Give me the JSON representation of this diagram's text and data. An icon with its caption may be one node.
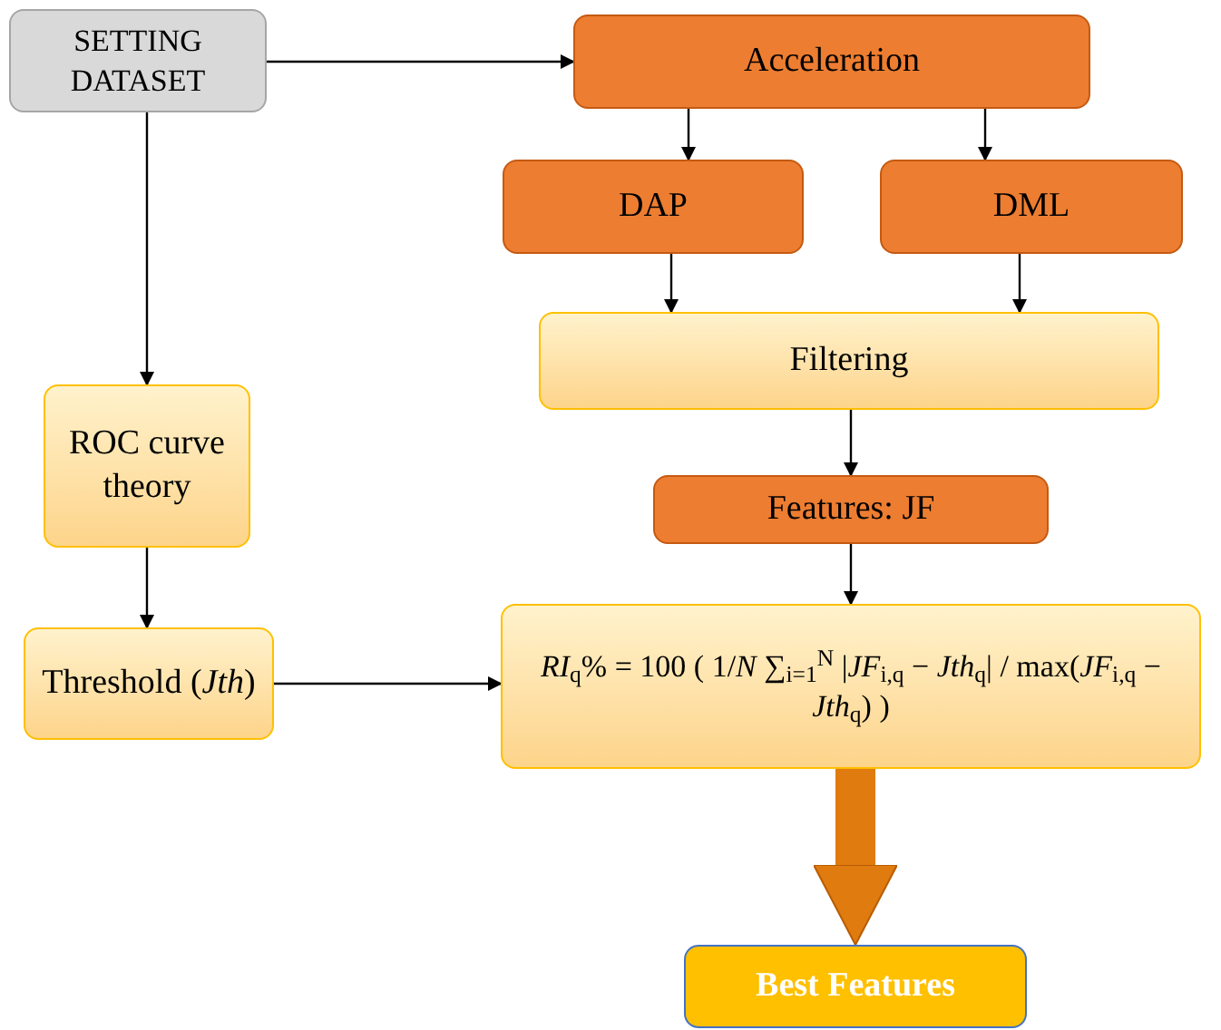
{
  "diagram": {
    "nodes": [
      {
        "text": [
          "SETTING DATASET"
        ]
      },
      {
        "text": [
          "Acceleration"
        ]
      },
      {
        "text": [
          "DAP"
        ]
      },
      {
        "text": [
          "DML"
        ]
      },
      {
        "text": [
          "Filtering"
        ]
      },
      {
        "text": [
          "Features: JF"
        ]
      },
      {
        "text": [
          "ROC curve theory"
        ]
      },
      {
        "text": [
          "Threshold (*Jth*)"
        ]
      },
      {
        "text": [
          "*RI*$_{q}$% = 100 ( 1/*N* ∑$_{i=1}$$^{N}$ |*JF*$_{i,q}$ − *Jth*$_{q}$| / max(*JF*$_{i,q}$ − *Jth*$_{q}$) )"
        ]
      },
      {
        "text": [
          "Best Features"
        ]
      }
    ],
    "edges": [
      {
        "from": 0,
        "to": 1,
        "arrow": "to"
      },
      {
        "from": 1,
        "to": 2,
        "arrow": "to"
      },
      {
        "from": 1,
        "to": 3,
        "arrow": "to"
      },
      {
        "from": 2,
        "to": 4,
        "arrow": "to"
      },
      {
        "from": 3,
        "to": 4,
        "arrow": "to"
      },
      {
        "from": 4,
        "to": 5,
        "arrow": "to"
      },
      {
        "from": 0,
        "to": 6,
        "arrow": "to"
      },
      {
        "from": 6,
        "to": 7,
        "arrow": "to"
      },
      {
        "from": 7,
        "to": 8,
        "arrow": "to"
      },
      {
        "from": 5,
        "to": 8,
        "arrow": "to"
      },
      {
        "from": 8,
        "to": 9,
        "arrow": "to",
        "style": "thick",
        "color": "#e07b10"
      }
    ]
  }
}
